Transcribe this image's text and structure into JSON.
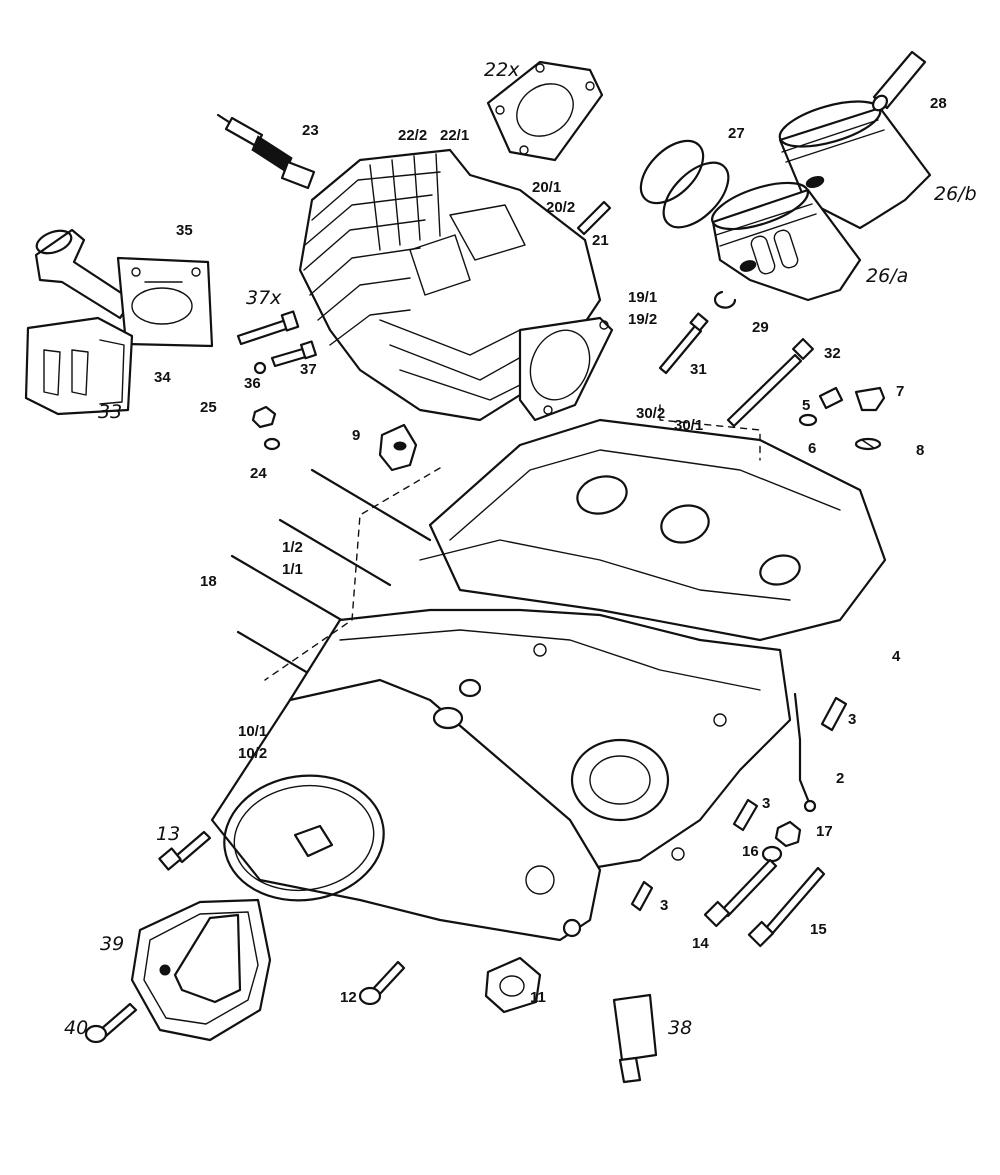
{
  "labels": {
    "l22x": "22x",
    "l23": "23",
    "l22_2": "22/2",
    "l22_1": "22/1",
    "l27": "27",
    "l28": "28",
    "l26b": "26/b",
    "l20_1": "20/1",
    "l20_2": "20/2",
    "l21": "21",
    "l35": "35",
    "l37x": "37x",
    "l26a": "26/a",
    "l19_1": "19/1",
    "l19_2": "19/2",
    "l29": "29",
    "l32": "32",
    "l33": "33",
    "l34": "34",
    "l36": "36",
    "l37": "37",
    "l31": "31",
    "l25": "25",
    "l7": "7",
    "l5": "5",
    "l30_2": "30/2",
    "l30_1": "30/1",
    "l9": "9",
    "l6": "6",
    "l8": "8",
    "l24": "24",
    "l1_2": "1/2",
    "l1_1": "1/1",
    "l18": "18",
    "l4": "4",
    "l3a": "3",
    "l10_1": "10/1",
    "l10_2": "10/2",
    "l2": "2",
    "l3b": "3",
    "l13": "13",
    "l17": "17",
    "l16": "16",
    "l3c": "3",
    "l15": "15",
    "l14": "14",
    "l39": "39",
    "l12": "12",
    "l11": "11",
    "l38": "38",
    "l40": "40"
  }
}
